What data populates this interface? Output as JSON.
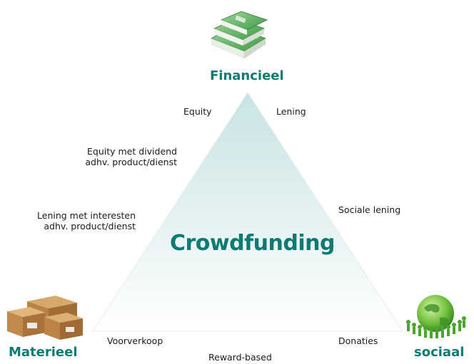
{
  "colors": {
    "accent": "#0e7b72",
    "triangle_top": "#c9e3e4",
    "triangle_bottom": "#ffffff",
    "text": "#1a1a1a"
  },
  "corners": {
    "top": {
      "label": "Financieel",
      "icon": "money-stack-icon"
    },
    "left": {
      "label": "Materieel",
      "icon": "cardboard-boxes-icon"
    },
    "right": {
      "label": "sociaal",
      "icon": "green-globe-people-icon"
    }
  },
  "center": {
    "title": "Crowdfunding"
  },
  "labels": {
    "equity": "Equity",
    "lening": "Lening",
    "equity_dividend_1": "Equity met dividend",
    "equity_dividend_2": "adhv. product/dienst",
    "lening_interest_1": "Lening met interesten",
    "lening_interest_2": "adhv. product/dienst",
    "sociale_lening": "Sociale lening",
    "voorverkoop": "Voorverkoop",
    "donaties": "Donaties",
    "reward_based": "Reward-based"
  }
}
